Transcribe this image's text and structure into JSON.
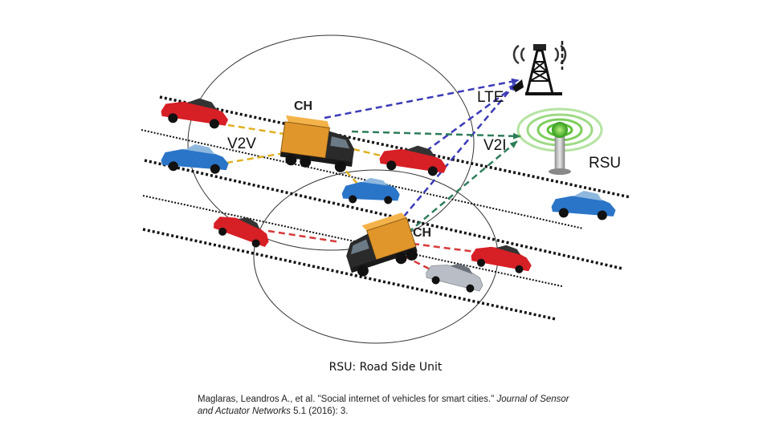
{
  "diagram": {
    "labels": {
      "ch_top": "CH",
      "ch_bottom": "CH",
      "lte": "LTE",
      "v2v": "V2V",
      "v2i": "V2I",
      "rsu": "RSU"
    },
    "colors": {
      "lte_link": "#3b3bb8",
      "v2i_link": "#2e7d5a",
      "v2v_link": "#e0b020",
      "red_link": "#d63a3a",
      "road": "#111111",
      "rsu_signal": "#5cc234",
      "truck_cargo": "#e0962a",
      "car_red": "#d71f26",
      "car_blue": "#2a75c8",
      "car_silver": "#b9bec6"
    },
    "icons": [
      "lte-tower-icon",
      "rsu-antenna-icon",
      "truck-icon",
      "car-icon"
    ]
  },
  "caption": "RSU: Road Side Unit",
  "citation": {
    "prefix": "Maglaras, Leandros A., et al. \"Social internet of vehicles for smart cities.\" ",
    "journal": "Journal of Sensor and Actuator Networks",
    "suffix": " 5.1 (2016): 3."
  }
}
